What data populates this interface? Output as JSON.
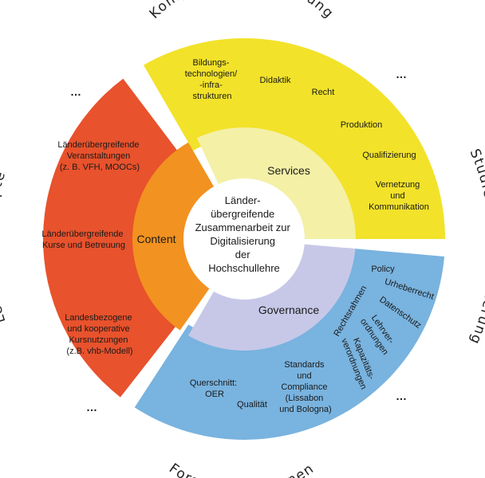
{
  "center": {
    "lines": [
      "Länder-",
      "übergreifende",
      "Zusammenarbeit zur",
      "Digitalisierung",
      "der",
      "Hochschullehre"
    ]
  },
  "inner": {
    "services": "Services",
    "content": "Content",
    "governance": "Governance"
  },
  "outer_titles": {
    "top": "Kompetenzverbesserung",
    "right": "Studierendenzentrierung",
    "bottom": "Forschendes Lernen",
    "left": "Lehr-/Lernkonzepte"
  },
  "ellipses": {
    "top_left": "…",
    "top_right": "…",
    "bottom_left": "…",
    "bottom_right": "…"
  },
  "yellow": {
    "bildung": [
      "Bildungs-",
      "technologien/",
      "-infra-",
      "strukturen"
    ],
    "didaktik": "Didaktik",
    "recht": "Recht",
    "produktion": "Produktion",
    "qualifizierung": "Qualifizierung",
    "vernetzung": [
      "Vernetzung",
      "und",
      "Kommunikation"
    ]
  },
  "red": {
    "item1": [
      "Länderübergreifende",
      "Veranstaltungen",
      "(z. B. VFH, MOOCs)"
    ],
    "item2": [
      "Länderübergreifende",
      "Kurse und Betreuung"
    ],
    "item3": [
      "Landesbezogene",
      "und kooperative",
      "Kursnutzungen",
      "(z.B. vhb-Modell)"
    ]
  },
  "blue": {
    "policy": "Policy",
    "urheberrecht": "Urheberrecht",
    "datenschutz": "Datenschutz",
    "rechtsrahmen": "Rechtsrahmen",
    "lehrverordnungen": [
      "Lehrver-",
      "ordnungen"
    ],
    "kapazitaet": [
      "Kapazitäts-",
      "verordnungen"
    ],
    "standards": [
      "Standards",
      "und",
      "Compliance",
      "(Lissabon",
      "und Bologna)"
    ],
    "qualitaet": "Qualität",
    "querschnitt": [
      "Querschnitt:",
      "OER"
    ]
  },
  "colors": {
    "yellow_outer": "#f2e22a",
    "red_outer": "#e8522c",
    "blue_outer": "#79b3df",
    "yellow_inner": "#f4f0a6",
    "orange_inner": "#f29220",
    "lavender_inner": "#c7c8e8"
  }
}
